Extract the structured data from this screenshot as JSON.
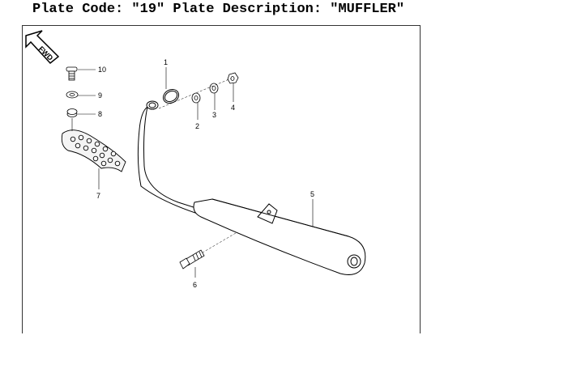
{
  "header": {
    "title": "Plate Code: \"19\" Plate Description: \"MUFFLER\""
  },
  "diagram": {
    "fwd_label": "FWD",
    "callouts": {
      "c1": "1",
      "c2": "2",
      "c3": "3",
      "c4": "4",
      "c5": "5",
      "c6": "6",
      "c7": "7",
      "c8": "8",
      "c9": "9",
      "c10": "10"
    }
  }
}
